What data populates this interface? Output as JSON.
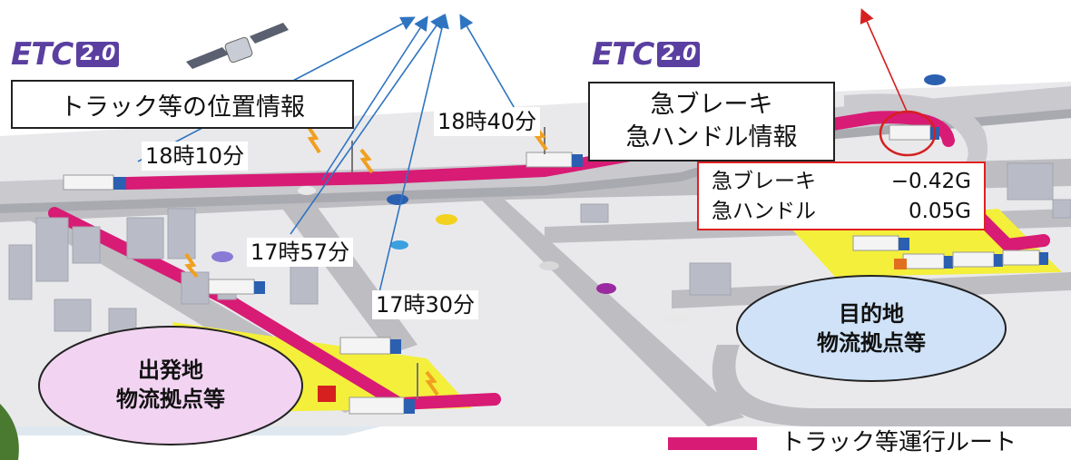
{
  "logos": {
    "etc_text": "ETC",
    "etc_version": "2.0"
  },
  "callouts": {
    "position_info": "トラック等の位置情報",
    "brake_info": [
      "急ブレーキ",
      "急ハンドル情報"
    ]
  },
  "times": [
    "18時10分",
    "18時40分",
    "17時57分",
    "17時30分"
  ],
  "measurements": {
    "rows": [
      {
        "label": "急ブレーキ",
        "value": "−0.42G"
      },
      {
        "label": "急ハンドル",
        "value": "0.05G"
      }
    ]
  },
  "origin": {
    "line1": "出発地",
    "line2": "物流拠点等"
  },
  "destination": {
    "line1": "目的地",
    "line2": "物流拠点等"
  },
  "legend": {
    "route_label": "トラック等運行ルート"
  },
  "colors": {
    "route": "#d81b74",
    "logo": "#5a3fa0",
    "origin_fill": "#f2d4f2",
    "destination_fill": "#cfe2f7",
    "arrow": "#2f74c0"
  }
}
